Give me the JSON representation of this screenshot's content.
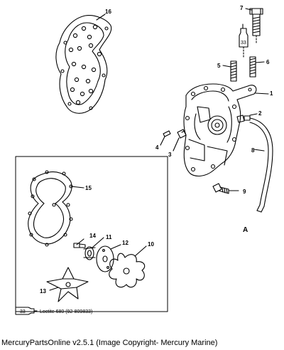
{
  "callouts": {
    "c1": "1",
    "c2": "2",
    "c3": "3",
    "c4": "4",
    "c5": "5",
    "c6": "6",
    "c7": "7",
    "c8": "8",
    "c9": "9",
    "c10": "10",
    "c11": "11",
    "c12": "12",
    "c13": "13",
    "c14": "14",
    "c15": "15",
    "c16": "16"
  },
  "view_label": "A",
  "badge_label": "33",
  "legend": {
    "badge": "33",
    "text": "Loctite 680 (92-809833)"
  },
  "footer": "MercuryPartsOnline v2.5.1 (Image Copyright- Mercury Marine)"
}
